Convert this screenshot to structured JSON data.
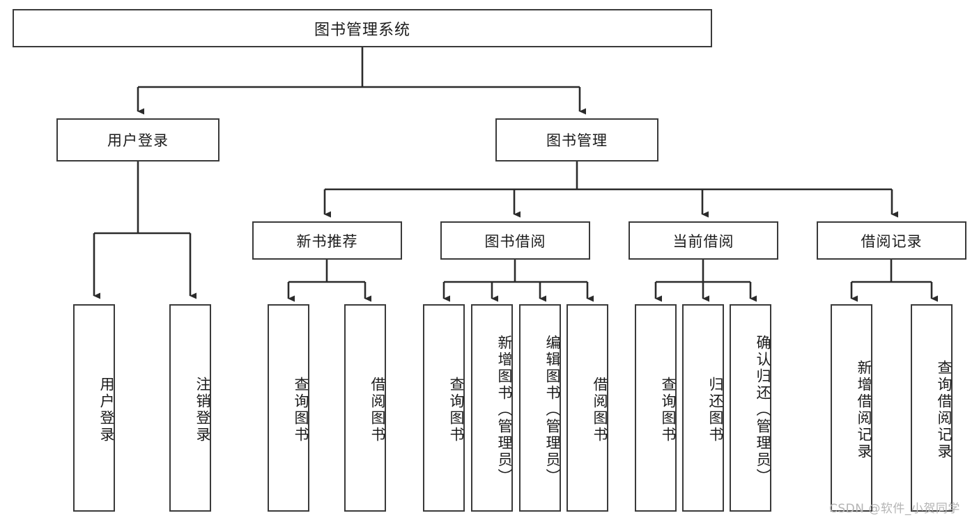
{
  "diagram": {
    "type": "tree-hierarchy-chart",
    "title": "图书管理系统",
    "colors": {
      "box_border": "#3a3a3a",
      "box_fill": "#ffffff",
      "connector": "#2b2b2b",
      "text": "#1b1b1b",
      "watermark": "#b4b4b4",
      "background": "#ffffff"
    },
    "nodes": {
      "root": {
        "label": "图书管理系统"
      },
      "level2": [
        {
          "id": "user-login",
          "label": "用户登录"
        },
        {
          "id": "book-management",
          "label": "图书管理"
        }
      ],
      "level3": [
        {
          "id": "new-book-recommend",
          "label": "新书推荐"
        },
        {
          "id": "book-borrow",
          "label": "图书借阅"
        },
        {
          "id": "current-borrow",
          "label": "当前借阅"
        },
        {
          "id": "borrow-record",
          "label": "借阅记录"
        }
      ],
      "leaves": {
        "user_login": [
          {
            "id": "leaf-user-login",
            "label": "用户登录"
          },
          {
            "id": "leaf-logout-login",
            "label": "注销登录"
          }
        ],
        "new_book_recommend": [
          {
            "id": "leaf-query-book-1",
            "label": "查询图书"
          },
          {
            "id": "leaf-borrow-book-1",
            "label": "借阅图书"
          }
        ],
        "book_borrow": [
          {
            "id": "leaf-query-book-2",
            "label": "查询图书"
          },
          {
            "id": "leaf-add-book",
            "label": "新增图书（管理员）"
          },
          {
            "id": "leaf-edit-book",
            "label": "编辑图书（管理员）"
          },
          {
            "id": "leaf-borrow-book-2",
            "label": "借阅图书"
          }
        ],
        "current_borrow": [
          {
            "id": "leaf-query-book-3",
            "label": "查询图书"
          },
          {
            "id": "leaf-return-book",
            "label": "归还图书"
          },
          {
            "id": "leaf-confirm-return",
            "label": "确认归还（管理员）"
          }
        ],
        "borrow_record": [
          {
            "id": "leaf-add-record",
            "label": "新增借阅记录"
          },
          {
            "id": "leaf-query-record",
            "label": "查询借阅记录"
          }
        ]
      }
    },
    "watermark": "CSDN @软件_小贺同学"
  }
}
